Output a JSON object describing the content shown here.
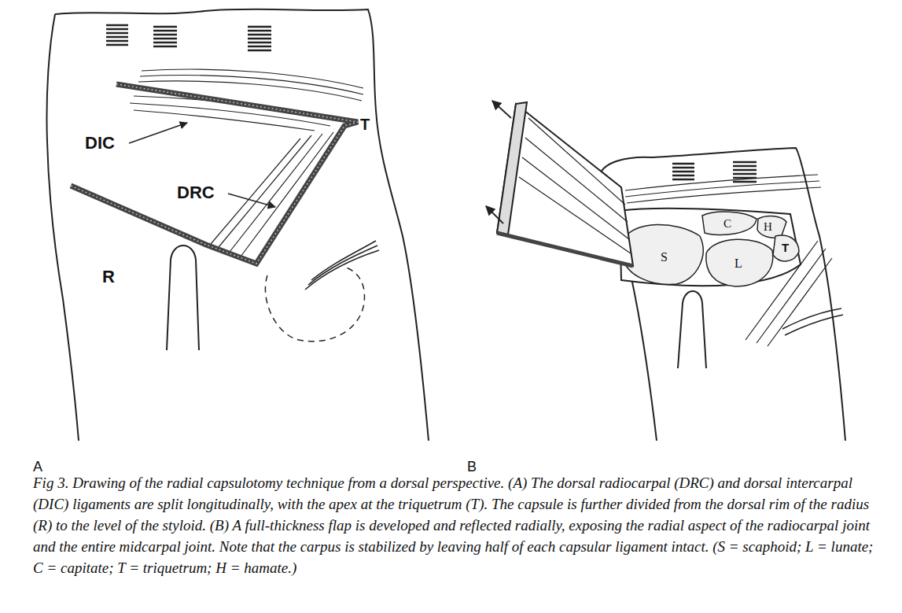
{
  "diagram": {
    "caption": "Fig 3. Drawing of the radial capsulotomy technique from a dorsal perspective. (A) The dorsal radiocarpal (DRC) and dorsal intercarpal (DIC) ligaments are split longitudinally, with the apex at the triquetrum (T). The capsule is further divided from the dorsal rim of the radius (R) to the level of the styloid. (B) A full-thickness flap is developed and reflected radially, exposing the radial aspect of the radiocarpal joint and the entire midcarpal joint. Note that the carpus is stabilized by leaving half of each capsular ligament intact. (S = scaphoid; L = lunate; C = capitate; T = triquetrum; H = hamate.)",
    "labels": [
      "T",
      "DIC",
      "DRC",
      "R",
      "C",
      "H",
      "S",
      "T",
      "L",
      "A",
      "B"
    ]
  }
}
